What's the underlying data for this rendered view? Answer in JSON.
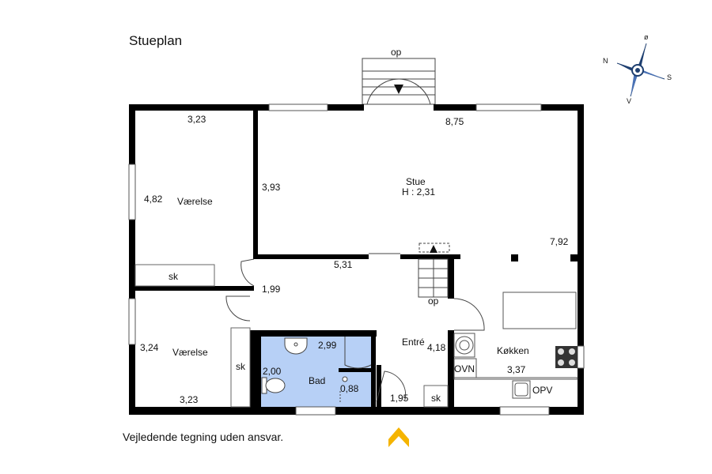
{
  "plan": {
    "title": "Stueplan",
    "disclaimer": "Vejledende tegning uden ansvar.",
    "colors": {
      "wall": "#000000",
      "bathroom": "#b7d0f6",
      "entrance_arrow": "#f5b400",
      "compass": "#1e3f70"
    },
    "compass": {
      "n": "N",
      "o": "ø",
      "s": "S",
      "v": "V"
    },
    "stairs_up_top": "op",
    "stairs_up_inner": "op",
    "rooms": {
      "bedroom1": {
        "name": "Værelse",
        "width": "3,23",
        "depth": "4,82"
      },
      "living": {
        "name": "Stue",
        "height": "H : 2,31",
        "width": "8,75",
        "left": "3,93",
        "right": "7,92"
      },
      "hall": {
        "width": "5,31",
        "depth": "1,99"
      },
      "bedroom2": {
        "name": "Værelse",
        "width": "3,23",
        "depth": "3,24"
      },
      "bath": {
        "name": "Bad",
        "width": "2,99",
        "depth": "2,00"
      },
      "wc": {
        "size": "0,88"
      },
      "entry": {
        "name": "Entré",
        "depth": "4,18",
        "width": "1,95"
      },
      "kitchen": {
        "name": "Køkken",
        "width": "3,37",
        "oven": "OVN",
        "dishwasher": "OPV"
      }
    },
    "closets": {
      "bedroom1": "sk",
      "bedroom2": "sk",
      "entry": "sk"
    }
  }
}
